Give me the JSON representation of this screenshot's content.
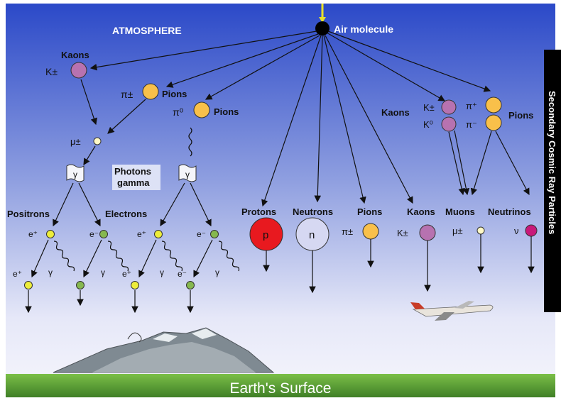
{
  "header": {
    "atmosphere": "ATMOSPHERE",
    "air_molecule": "Air molecule"
  },
  "side_banner": "Secondary Cosmic Ray Particles",
  "ground": "Earth's Surface",
  "left_tree": {
    "kaons_title": "Kaons",
    "kaon_symbol": "K±",
    "pion_symbol": "π±",
    "pions": "Pions",
    "pi0_symbol": "π⁰",
    "pions2": "Pions",
    "muon_symbol": "μ±",
    "photons": "Photons",
    "gamma": "gamma",
    "gamma_symbol": "γ",
    "positrons": "Positrons",
    "electrons": "Electrons",
    "e_plus": "e⁺",
    "e_minus": "e⁻"
  },
  "right_group": {
    "kaons": "Kaons",
    "k_pm": "K±",
    "k0": "K⁰",
    "pi_plus": "π⁺",
    "pi_minus": "π⁻",
    "pions": "Pions"
  },
  "bottom_row": {
    "protons": "Protons",
    "p": "p",
    "neutrons": "Neutrons",
    "n": "n",
    "pions": "Pions",
    "pi_pm": "π±",
    "kaons": "Kaons",
    "k_pm": "K±",
    "muons": "Muons",
    "mu_pm": "μ±",
    "neutrinos": "Neutrinos",
    "nu": "ν"
  },
  "colors": {
    "sky_top": "#2b49c8",
    "sky_bottom": "#f3f2fb",
    "grass": "#5fa03a",
    "kaon": "#b772b0",
    "pion": "#f9c04a",
    "proton": "#e8191f",
    "neutron": "#d6d8f2",
    "neutrino": "#c8197a",
    "lepton": "#eded3a",
    "electron": "#86b84f"
  }
}
